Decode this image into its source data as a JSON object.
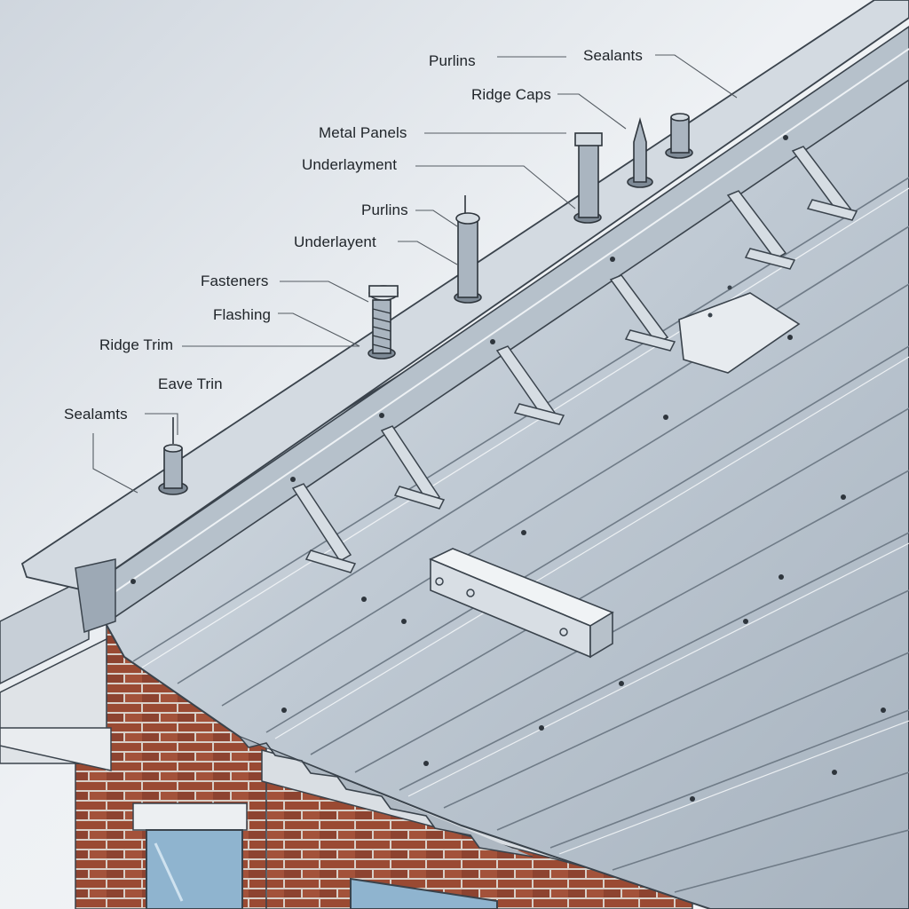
{
  "diagram": {
    "labels": {
      "purlins_top": "Purlins",
      "sealants_top": "Sealants",
      "ridge_caps": "Ridge Caps",
      "metal_panels": "Metal Panels",
      "underlayment": "Underlayment",
      "purlins_mid": "Purlins",
      "underlayent": "Underlayent",
      "fasteners": "Fasteners",
      "flashing": "Flashing",
      "ridge_trim": "Ridge Trim",
      "eave_trim": "Eave Trin",
      "sealants_left": "Sealamts"
    },
    "colors": {
      "sky": "#e8ecf0",
      "metal_light": "#c9d2da",
      "metal_dark": "#8d99a6",
      "outline": "#3a434c",
      "brick": "#9a4a33",
      "mortar": "#d8cfc8",
      "window_glass": "#8fb4cf",
      "leader_line": "#555c63"
    },
    "icons": [
      "vent-pipe-icon",
      "bracket-icon",
      "screw-icon"
    ]
  }
}
